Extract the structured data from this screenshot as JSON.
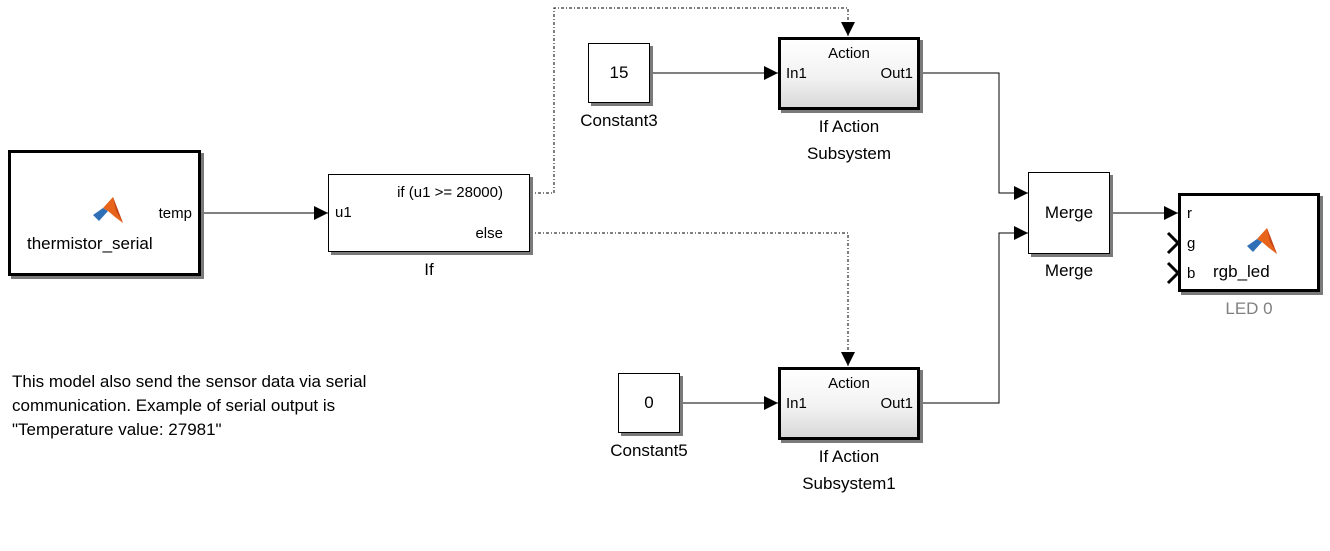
{
  "blocks": {
    "thermistor": {
      "port_out": "temp",
      "label": "thermistor_serial",
      "icon": "matlab-icon"
    },
    "if_block": {
      "condition": "if (u1 >= 28000)",
      "port_in": "u1",
      "port_else": "else",
      "caption": "If"
    },
    "constant3": {
      "value": "15",
      "caption": "Constant3"
    },
    "constant5": {
      "value": "0",
      "caption": "Constant5"
    },
    "subsystem_top": {
      "header": "Action",
      "port_in": "In1",
      "port_out": "Out1",
      "caption_line1": "If Action",
      "caption_line2": "Subsystem"
    },
    "subsystem_bottom": {
      "header": "Action",
      "port_in": "In1",
      "port_out": "Out1",
      "caption_line1": "If Action",
      "caption_line2": "Subsystem1"
    },
    "merge": {
      "label": "Merge",
      "caption": "Merge"
    },
    "rgb_led": {
      "port_r": "r",
      "port_g": "g",
      "port_b": "b",
      "label": "rgb_led",
      "caption": "LED 0",
      "icon": "matlab-icon"
    }
  },
  "annotation": {
    "line1": "This model also send the sensor data via serial",
    "line2": "communication. Example of serial output is",
    "line3": "\"Temperature value: 27981\""
  },
  "colors": {
    "block_border": "#000000",
    "shadow": "#7a7a7a",
    "caption_gray": "#808080",
    "matlab_orange": "#e8641b",
    "matlab_blue": "#2f6fb5"
  }
}
